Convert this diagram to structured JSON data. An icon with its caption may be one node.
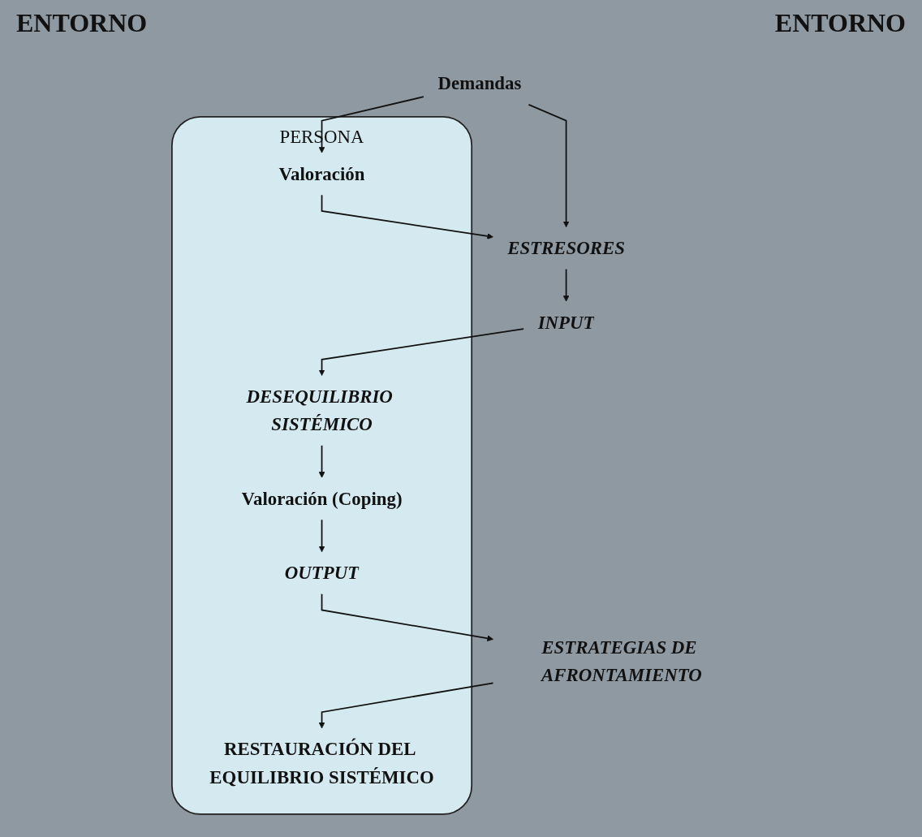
{
  "diagram": {
    "nodes": [
      {
        "text": [
          "PERSONA"
        ]
      },
      {
        "text": [
          "Demandas"
        ]
      },
      {
        "text": [
          "Valoración"
        ],
        "in": 0
      },
      {
        "text": [
          "ESTRESORES"
        ]
      },
      {
        "text": [
          "INPUT"
        ]
      },
      {
        "text": [
          "DESEQUILIBRIO SISTÉMICO"
        ],
        "in": 0
      },
      {
        "text": [
          "Valoración (Coping)"
        ],
        "in": 0
      },
      {
        "text": [
          "OUTPUT"
        ],
        "in": 0
      },
      {
        "text": [
          "ESTRATEGIAS DE AFRONTAMIENTO"
        ]
      },
      {
        "text": [
          "RESTAURACIÓN DEL EQUILIBRIO SISTÉMICO"
        ],
        "in": 0
      }
    ],
    "edges": [
      {
        "from": 1,
        "to": 2,
        "arrow": "to"
      },
      {
        "from": 1,
        "to": 3,
        "arrow": "to"
      },
      {
        "from": 2,
        "to": 3,
        "arrow": "to"
      },
      {
        "from": 3,
        "to": 4,
        "arrow": "to"
      },
      {
        "from": 4,
        "to": 5,
        "arrow": "to"
      },
      {
        "from": 5,
        "to": 6,
        "arrow": "to"
      },
      {
        "from": 6,
        "to": 7,
        "arrow": "to"
      },
      {
        "from": 7,
        "to": 8,
        "arrow": "to"
      },
      {
        "from": 8,
        "to": 9,
        "arrow": "to"
      }
    ],
    "labels": [
      "ENTORNO",
      "ENTORNO"
    ]
  }
}
